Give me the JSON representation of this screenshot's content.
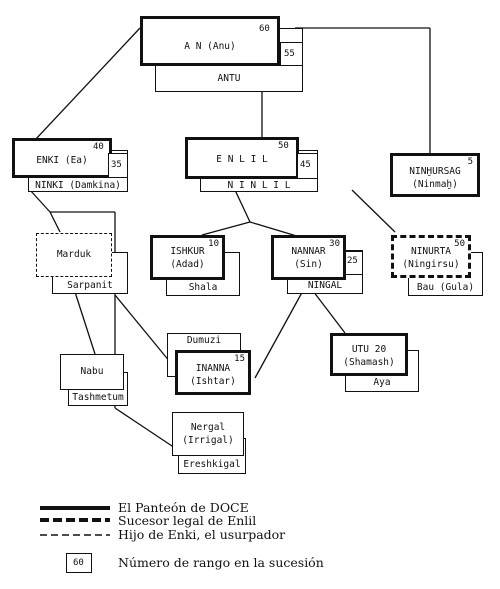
{
  "nodes": {
    "an": {
      "name": "A N (Anu)",
      "rank": "60",
      "consort": "ANTU",
      "consort_rank": "55"
    },
    "enki": {
      "name": "ENKI (Ea)",
      "rank": "40",
      "consort": "NINKI (Damkina)",
      "consort_rank": "35"
    },
    "enlil": {
      "name": "E N L I L",
      "rank": "50",
      "consort": "N I N L I L",
      "consort_rank": "45"
    },
    "ninhursag": {
      "name": "NINḪURSAG",
      "sub": "(Ninmaḫ)",
      "rank": "5"
    },
    "marduk": {
      "name": "Marduk",
      "consort": "Sarpanit"
    },
    "ishkur": {
      "name": "ISHKUR",
      "sub": "(Adad)",
      "rank": "10",
      "consort": "Shala"
    },
    "nannar": {
      "name": "NANNAR",
      "sub": "(Sin)",
      "rank": "30",
      "consort": "NINGAL",
      "consort_rank": "25"
    },
    "ninurta": {
      "name": "NINURTA",
      "sub": "(Ningirsu)",
      "rank": "50",
      "consort": "Bau (Gula)"
    },
    "dumuzi": {
      "name": "Dumuzi"
    },
    "inanna": {
      "name": "INANNA",
      "sub": "(Ishtar)",
      "rank": "15"
    },
    "utu": {
      "name": "UTU",
      "sub": "(Shamash)",
      "rank": "20",
      "consort": "Aya"
    },
    "nabu": {
      "name": "Nabu",
      "consort": "Tashmetum"
    },
    "nergal": {
      "name": "Nergal",
      "sub": "(Irrigal)",
      "consort": "Ereshkigal"
    }
  },
  "legend": {
    "twelve": "El Panteón de DOCE",
    "heir": "Sucesor legal de Enlil",
    "usurper": "Hijo de Enki, el usurpador",
    "rank_sample": "60",
    "rank_text": "Número de rango en la sucesión"
  }
}
